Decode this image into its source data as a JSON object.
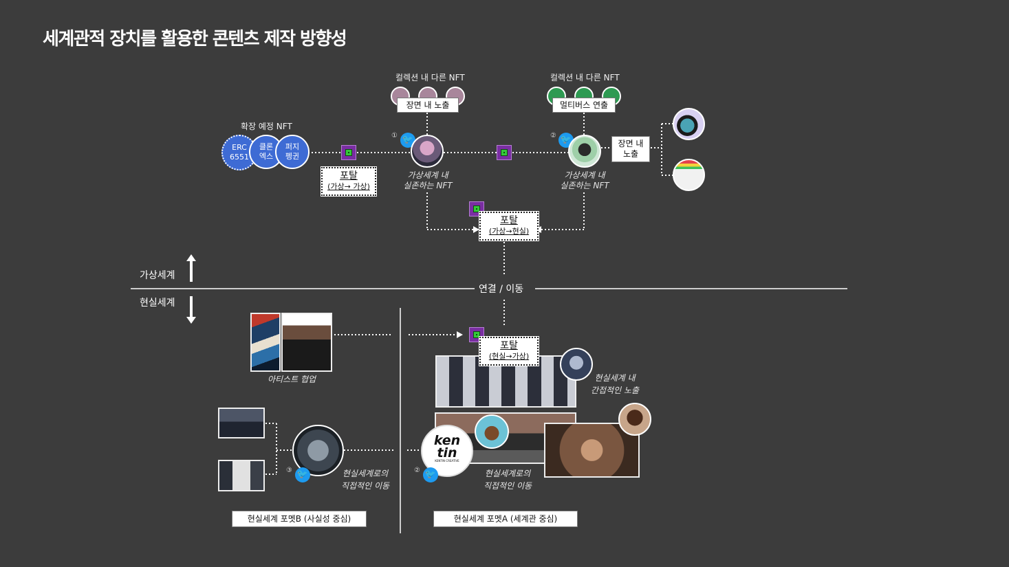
{
  "title": "세계관적 장치를 활용한 콘텐츠 제작 방향성",
  "virtual_world": {
    "col1_header": "컬렉션 내 다른 NFT",
    "col1_tag": "장면 내 노출",
    "col2_header": "컬렉션 내 다른 NFT",
    "col2_tag": "멀티버스 연출",
    "expansion_label": "확장 예정 NFT",
    "expansion": [
      {
        "label": "ERC\n6551"
      },
      {
        "label": "클론\n엑스"
      },
      {
        "label": "퍼지\n펭귄"
      }
    ],
    "portal_vv": {
      "main": "포탈",
      "sub": "(가상→ 가상)"
    },
    "portal_vr": {
      "main": "포탈",
      "sub": "(가상→현실)"
    },
    "nft1_num": "①",
    "nft1_caption": "가상세계 내\n실존하는 NFT",
    "nft2_num": "②",
    "nft2_caption": "가상세계 내\n실존하는 NFT",
    "scene_box": "장면 내\n노출"
  },
  "divider": {
    "virtual_label": "가상세계",
    "real_label": "현실세계",
    "center_label": "연결 / 이동"
  },
  "real_world": {
    "artist_caption": "아티스트 협업",
    "portal_rv": {
      "main": "포탈",
      "sub": "(현실→가상)"
    },
    "indirect_caption": "현실세계 내\n간접적인 노출",
    "format_b": {
      "num": "③",
      "caption": "현실세계로의\n직접적인 이동",
      "tag": "현실세계 포멧B (사실성 중심)"
    },
    "format_a": {
      "num": "②",
      "logo": "ken\ntin",
      "logo_sub": "KENTIN CREATIVE",
      "caption": "현실세계로의\n직접적인 이동",
      "tag": "현실세계 포멧A (세계관 중심)"
    }
  },
  "icons": {
    "twitter": "twitter-bird-icon",
    "portal": "portal-cube-icon",
    "arrow_up": "arrow-up-icon",
    "arrow_down": "arrow-down-icon"
  },
  "colors": {
    "background": "#3c3c3c",
    "blue_circle": "#3e6bd4",
    "mauve_circle": "#a8869b",
    "green_circle": "#2e9a52",
    "twitter": "#1d9bf0",
    "portal_purple": "#7a2ea2",
    "portal_green": "#36c93a"
  }
}
